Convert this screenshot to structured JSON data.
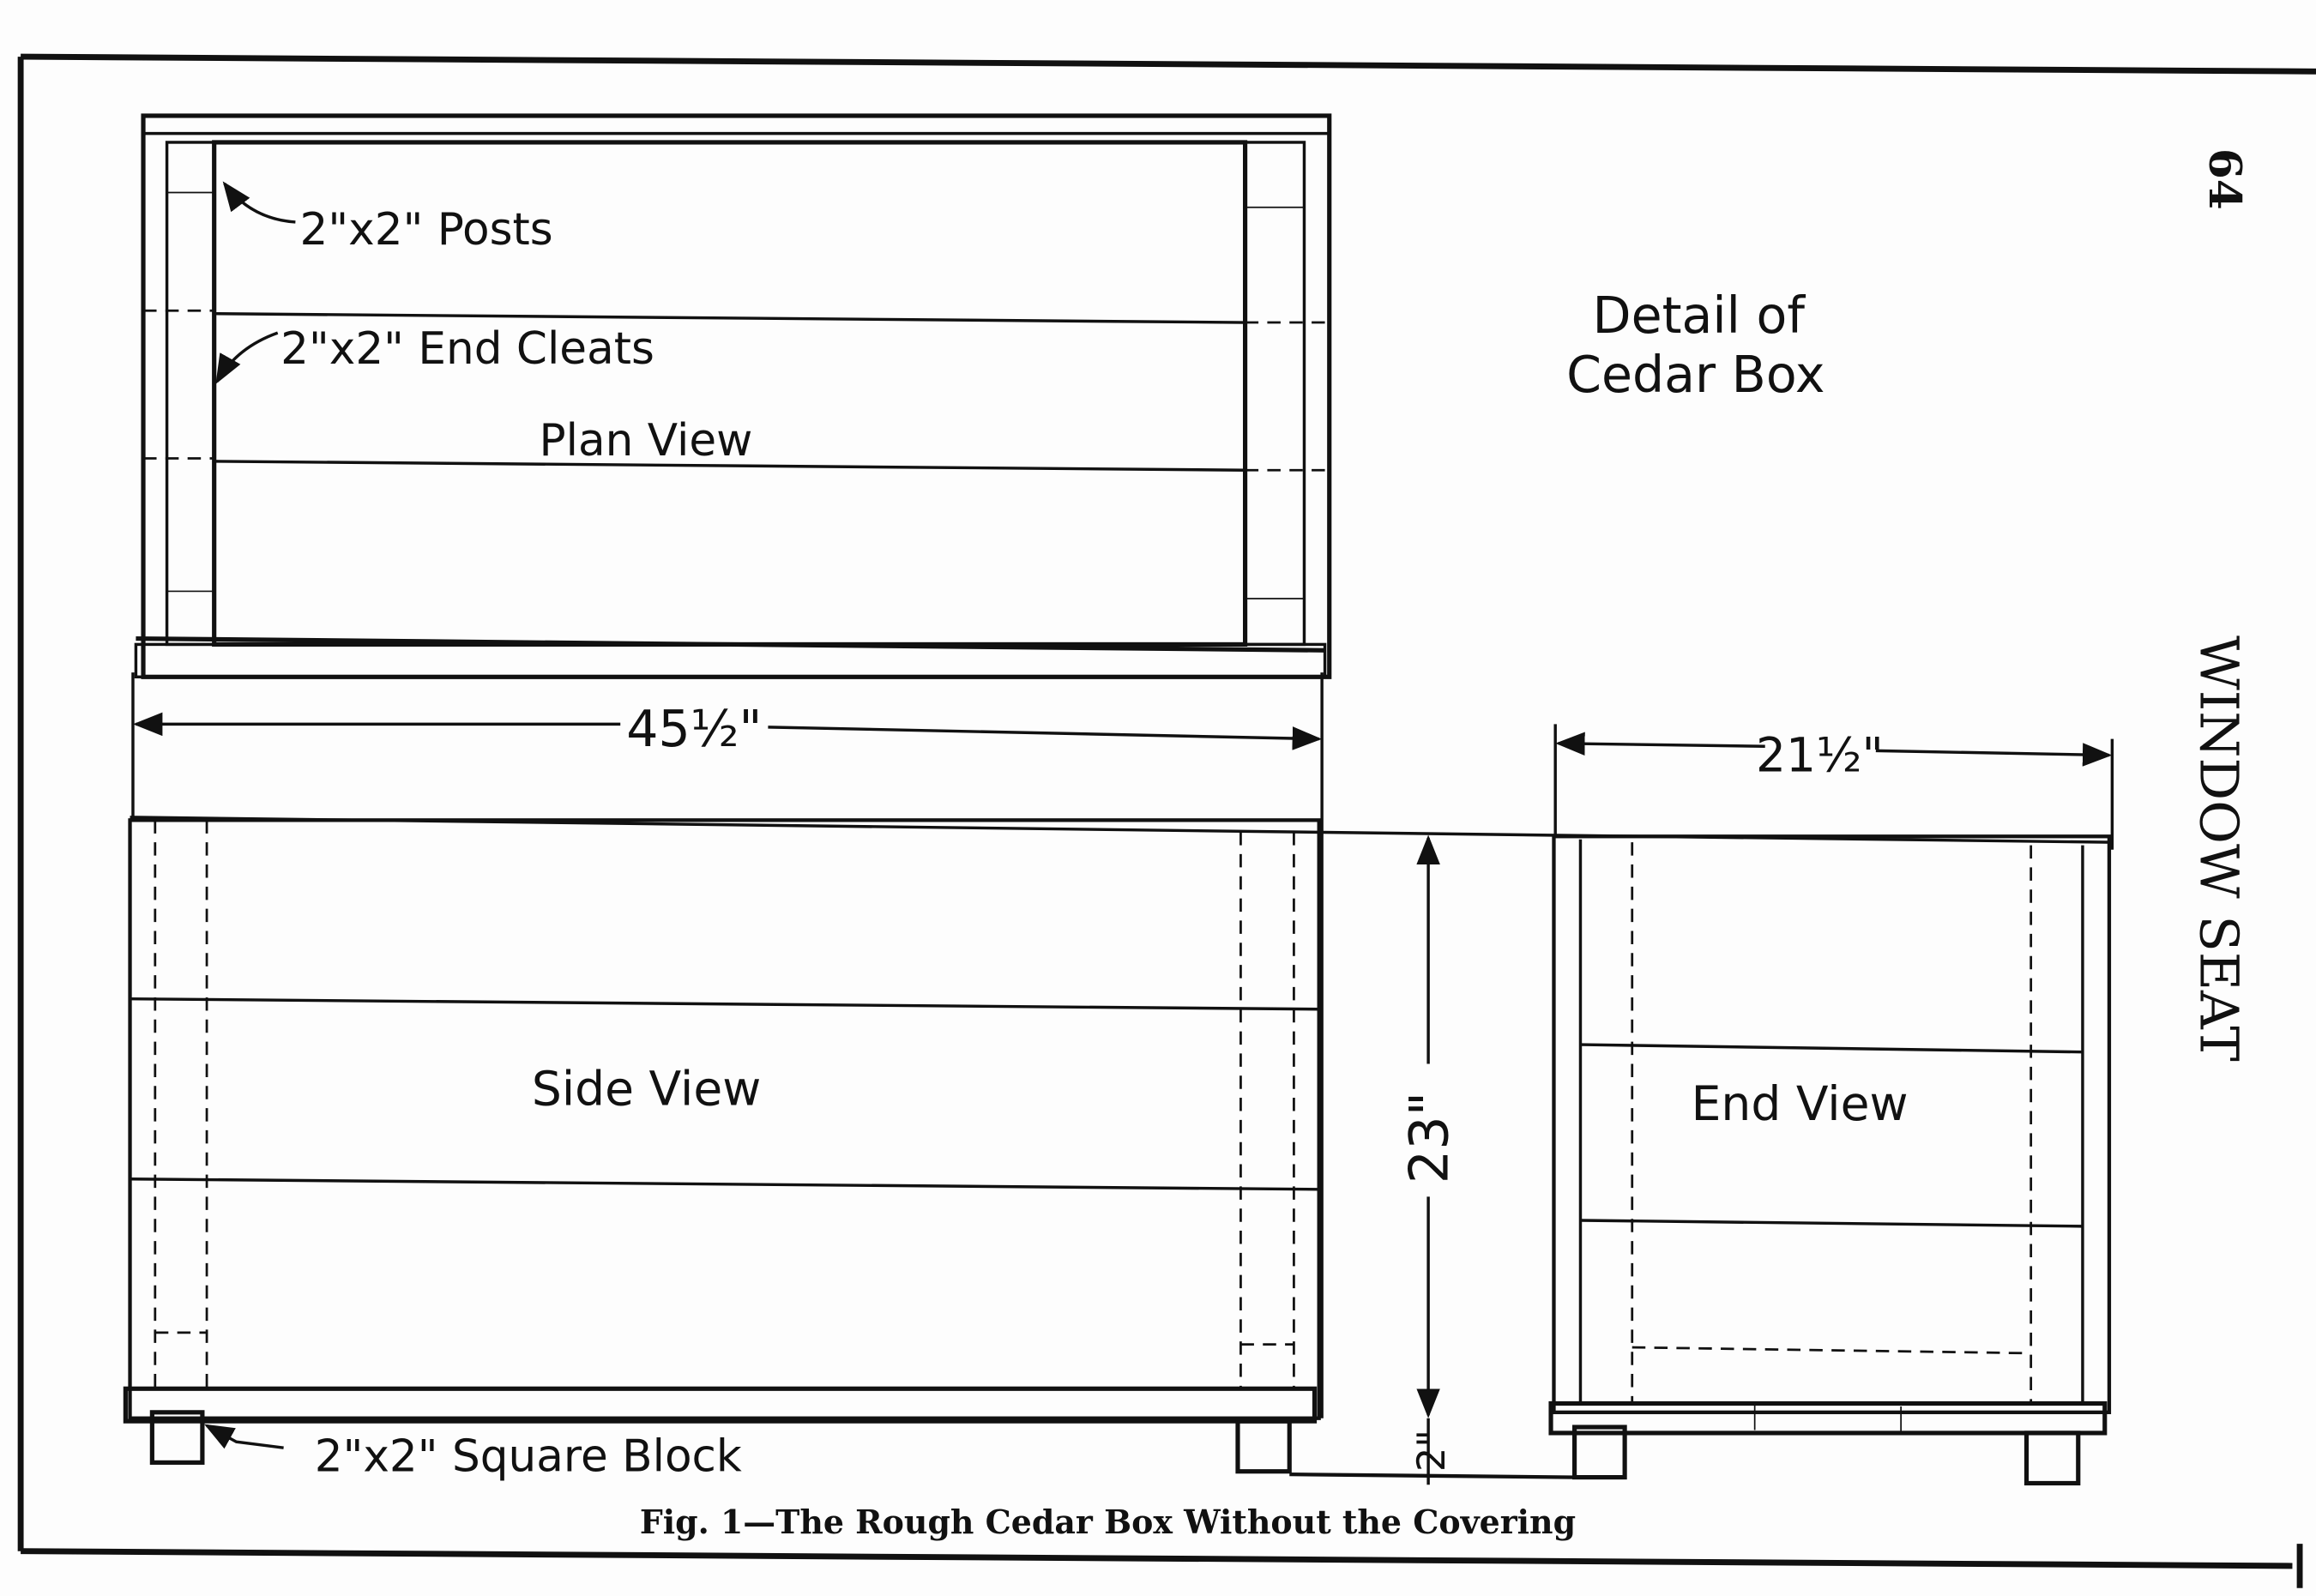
{
  "page_number": "64",
  "running_title": "WINDOW SEAT",
  "title": {
    "line1": "Detail of",
    "line2": "Cedar Box"
  },
  "labels": {
    "posts": "2\"x2\" Posts",
    "end_cleats": "2\"x2\" End Cleats",
    "plan_view": "Plan View",
    "side_view": "Side View",
    "end_view": "End View",
    "square_block": "2\"x2\" Square Block"
  },
  "dimensions": {
    "length": "45½\"",
    "width": "21½\"",
    "height": "23\"",
    "leg": "2\""
  },
  "caption": "Fig. 1—The Rough Cedar Box Without the Covering"
}
